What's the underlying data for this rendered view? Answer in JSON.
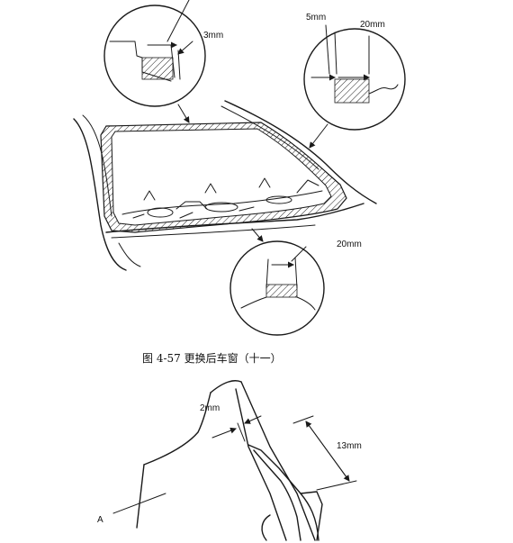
{
  "figure_top": {
    "caption": "图 4-57   更换后车窗（十一）",
    "detail_top_left": {
      "dimension": "3mm"
    },
    "detail_top_right": {
      "dimension_a": "5mm",
      "dimension_b": "20mm"
    },
    "detail_bottom": {
      "dimension": "20mm"
    }
  },
  "figure_bottom": {
    "dimension_small": "2mm",
    "dimension_large": "13mm",
    "label_a": "A"
  },
  "colors": {
    "ink": "#1a1a1a",
    "background": "#ffffff"
  }
}
